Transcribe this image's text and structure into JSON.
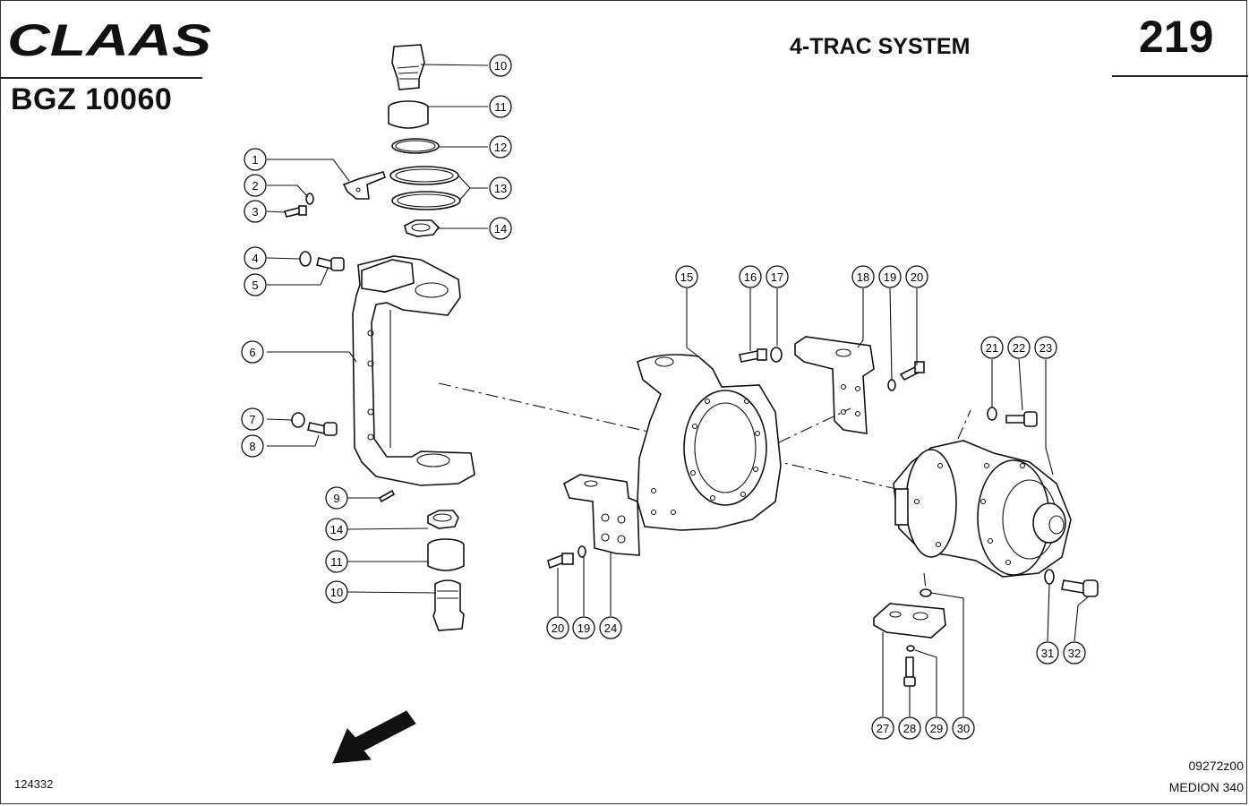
{
  "header": {
    "logo_text": "CLAAS",
    "doc_code": "BGZ 10060",
    "title": "4-TRAC SYSTEM",
    "page_number": "219"
  },
  "footer": {
    "left_code": "124332",
    "right_code": "09272z00",
    "model": "MEDION 340"
  },
  "callouts": [
    {
      "id": "c1",
      "label": "1"
    },
    {
      "id": "c2",
      "label": "2"
    },
    {
      "id": "c3",
      "label": "3"
    },
    {
      "id": "c4",
      "label": "4"
    },
    {
      "id": "c5",
      "label": "5"
    },
    {
      "id": "c6",
      "label": "6"
    },
    {
      "id": "c7",
      "label": "7"
    },
    {
      "id": "c8",
      "label": "8"
    },
    {
      "id": "c9",
      "label": "9"
    },
    {
      "id": "c10a",
      "label": "10"
    },
    {
      "id": "c11a",
      "label": "11"
    },
    {
      "id": "c12",
      "label": "12"
    },
    {
      "id": "c13",
      "label": "13"
    },
    {
      "id": "c14a",
      "label": "14"
    },
    {
      "id": "c14b",
      "label": "14"
    },
    {
      "id": "c11b",
      "label": "11"
    },
    {
      "id": "c10b",
      "label": "10"
    },
    {
      "id": "c15",
      "label": "15"
    },
    {
      "id": "c16",
      "label": "16"
    },
    {
      "id": "c17",
      "label": "17"
    },
    {
      "id": "c18",
      "label": "18"
    },
    {
      "id": "c19a",
      "label": "19"
    },
    {
      "id": "c20a",
      "label": "20"
    },
    {
      "id": "c21",
      "label": "21"
    },
    {
      "id": "c22",
      "label": "22"
    },
    {
      "id": "c23",
      "label": "23"
    },
    {
      "id": "c20b",
      "label": "20"
    },
    {
      "id": "c19b",
      "label": "19"
    },
    {
      "id": "c24",
      "label": "24"
    },
    {
      "id": "c27",
      "label": "27"
    },
    {
      "id": "c28",
      "label": "28"
    },
    {
      "id": "c29",
      "label": "29"
    },
    {
      "id": "c30",
      "label": "30"
    },
    {
      "id": "c31",
      "label": "31"
    },
    {
      "id": "c32",
      "label": "32"
    }
  ]
}
